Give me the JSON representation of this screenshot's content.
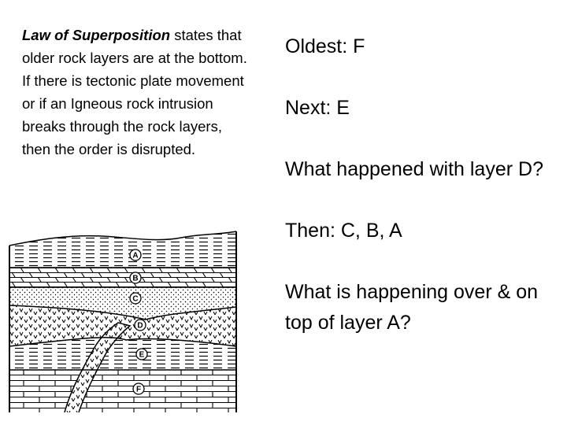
{
  "left_text": {
    "term": "Law of Superposition",
    "line1_rest": " states that older rock layers are at the bottom.",
    "line2": "If there is tectonic plate movement or if an Igneous rock intrusion breaks through the rock layers, then the order is disrupted."
  },
  "right_text": {
    "oldest": "Oldest: F",
    "next": "Next: E",
    "question_d": "What happened with layer D?",
    "then": "Then: C, B, A",
    "question_top": "What is happening over & on top of layer A?"
  },
  "diagram": {
    "layer_labels": [
      "A",
      "B",
      "C",
      "D",
      "E",
      "F"
    ]
  }
}
